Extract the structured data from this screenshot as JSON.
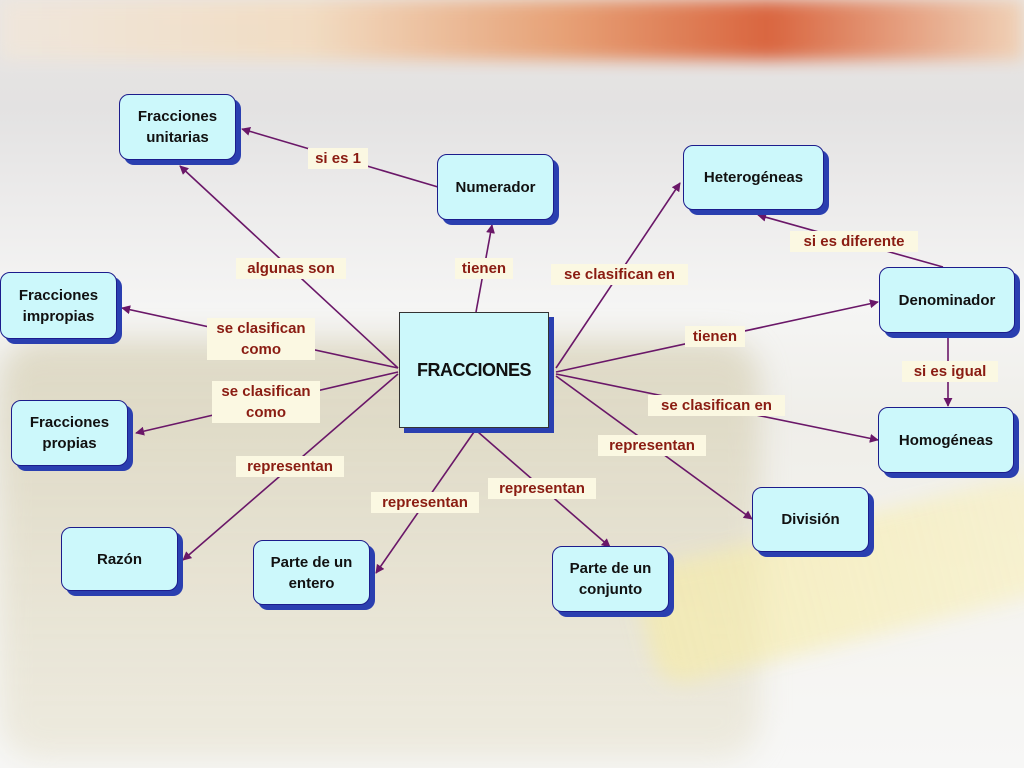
{
  "concept_map": {
    "central": "FRACCIONES",
    "nodes": {
      "fracciones_unitarias": "Fracciones\nunitarias",
      "numerador": "Numerador",
      "heterogeneas": "Heterogéneas",
      "fracciones_impropias": "Fracciones\nimpropias",
      "denominador": "Denominador",
      "fracciones_propias": "Fracciones\npropias",
      "homogeneas": "Homogéneas",
      "razon": "Razón",
      "parte_entero": "Parte de un\nentero",
      "parte_conjunto": "Parte de un\nconjunto",
      "division": "División"
    },
    "links": {
      "si_es_1": "si es 1",
      "algunas_son": "algunas son",
      "tienen_numerador": "tienen",
      "se_clasifican_en_het": "se clasifican en",
      "si_es_diferente": "si es diferente",
      "se_clasifican_como_imp": "se clasifican\ncomo",
      "tienen_denominador": "tienen",
      "si_es_igual": "si es igual",
      "se_clasifican_como_prop": "se clasifican\ncomo",
      "se_clasifican_en_hom": "se clasifican en",
      "representan_razon": "representan",
      "representan_entero": "representan",
      "representan_conjunto": "representan",
      "representan_division": "representan"
    },
    "colors": {
      "node_fill": "#ccf8fb",
      "node_border": "#1c1c8c",
      "node_shadow": "#2a3fb0",
      "connector": "#6a1768",
      "label_text": "#8a1c12"
    }
  }
}
